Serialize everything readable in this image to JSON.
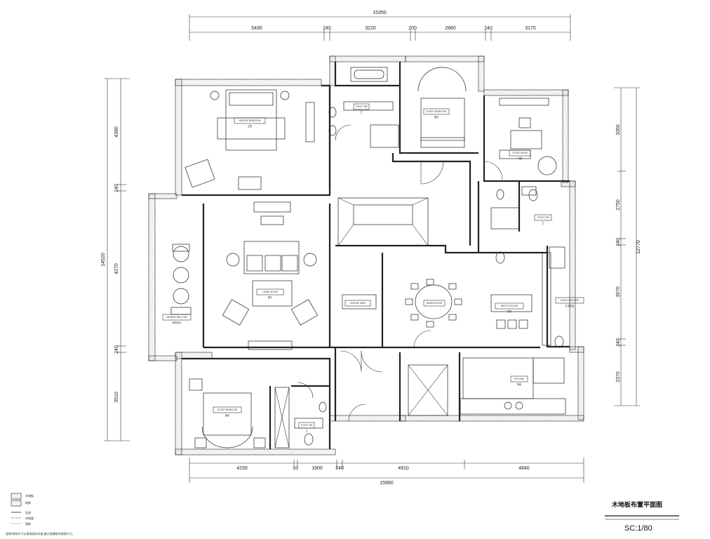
{
  "drawing": {
    "title": "木地板布置平面图",
    "scale": "SC:1/80"
  },
  "dimensions": {
    "top_total": "15350",
    "top_segments": [
      "5430",
      "240",
      "3220",
      "200",
      "2860",
      "240",
      "3170"
    ],
    "bottom_total": "15960",
    "bottom_segments": [
      "4230",
      "10",
      "1600",
      "240",
      "4910",
      "4840"
    ],
    "left_total": "14520",
    "left_segments": [
      "4380",
      "240",
      "4270",
      "240",
      "3510"
    ],
    "right_total": "12770",
    "right_segments": [
      "3360",
      "2750",
      "240",
      "3970",
      "240",
      "2370"
    ]
  },
  "room_tags": [
    {
      "label": "MASTER BEDROOM",
      "sub": "主卧"
    },
    {
      "label": "TOILET RM",
      "sub": "卫"
    },
    {
      "label": "GUEST BEDROOM",
      "sub": "客卧"
    },
    {
      "label": "STUDY ROOM",
      "sub": "书房"
    },
    {
      "label": "LIVING ROOM",
      "sub": "客厅"
    },
    {
      "label": "LEISURE AREA",
      "sub": ""
    },
    {
      "label": "DINING ROOM",
      "sub": ""
    },
    {
      "label": "WEST KITCHEN",
      "sub": "西厨"
    },
    {
      "label": "TOILET RM",
      "sub": "卫"
    },
    {
      "label": "VIEWING BALCONY",
      "sub": "观景阳台"
    },
    {
      "label": "GUEST BEDROOM",
      "sub": "客卧"
    },
    {
      "label": "TOILET RM",
      "sub": "卫"
    },
    {
      "label": "KITCHEN",
      "sub": "厨房"
    },
    {
      "label": "LIVING BALCONY",
      "sub": "生活阳台"
    }
  ],
  "legend": {
    "items": [
      "木地板",
      "地砖",
      "石材",
      "木饰面",
      "墙体"
    ],
    "note": "说明:所有尺寸以现场实际为准,施工前请核对现场尺寸。"
  }
}
